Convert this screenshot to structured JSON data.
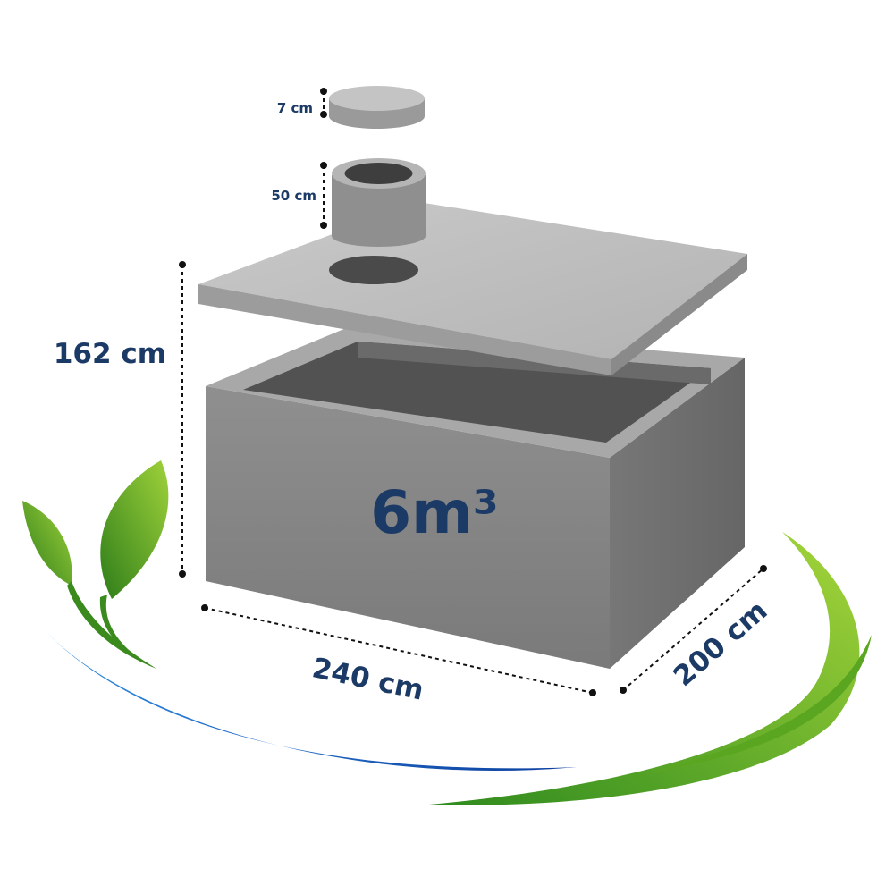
{
  "labels": {
    "cap_height": "7 cm",
    "neck_height": "50 cm",
    "total_height": "162 cm",
    "length": "240 cm",
    "width": "200 cm",
    "volume": "6m³"
  },
  "colors": {
    "label_navy": "#1c3a66",
    "concrete_light": "#bfbfbf",
    "concrete_mid": "#8e8e8e",
    "concrete_dark": "#6a6a6a",
    "interior": "#555555",
    "swoosh_blue": "#1e63c4",
    "swoosh_green": "#6bb52a"
  }
}
